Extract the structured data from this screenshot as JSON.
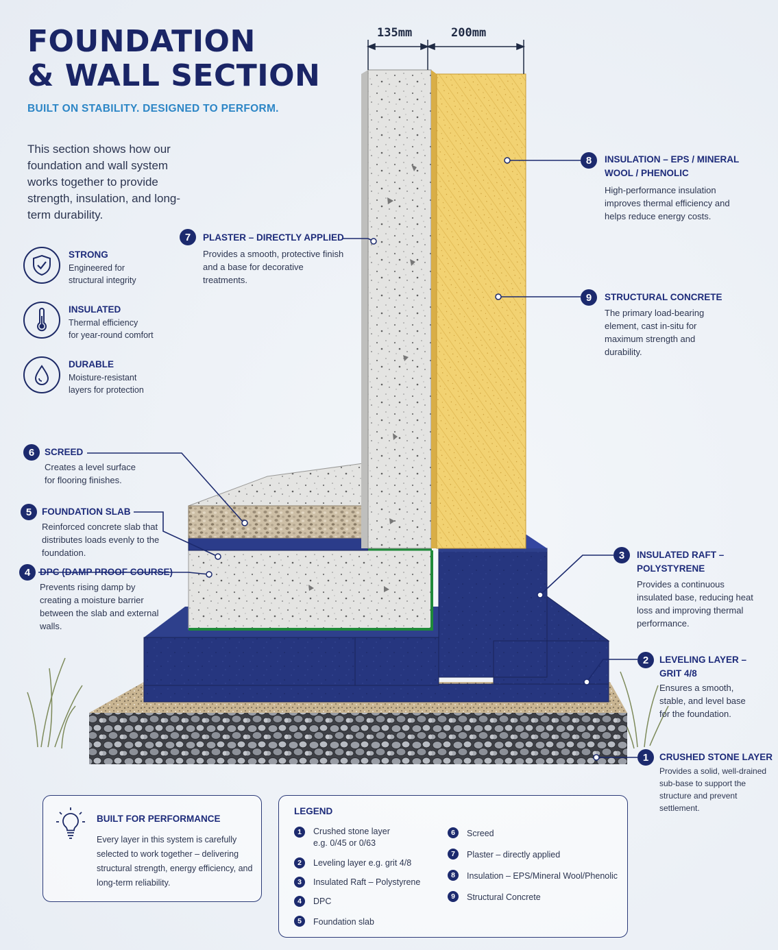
{
  "header": {
    "title_line1": "FOUNDATION",
    "title_line2": "& WALL SECTION",
    "subtitle": "BUILT ON STABILITY. DESIGNED TO PERFORM.",
    "intro": "This section shows how our foundation and wall system works together to provide strength, insulation, and long-term durability."
  },
  "features": [
    {
      "icon": "shield-check-icon",
      "title": "STRONG",
      "line1": "Engineered for",
      "line2": "structural integrity"
    },
    {
      "icon": "thermometer-icon",
      "title": "INSULATED",
      "line1": "Thermal efficiency",
      "line2": "for year-round comfort"
    },
    {
      "icon": "water-drop-icon",
      "title": "DURABLE",
      "line1": "Moisture-resistant",
      "line2": "layers for protection"
    }
  ],
  "dimensions": {
    "left": "135mm",
    "right": "200mm"
  },
  "callouts": {
    "c1": {
      "num": "1",
      "title": "CRUSHED STONE LAYER",
      "desc": "Provides a solid, well-drained sub-base to support the structure and prevent settlement."
    },
    "c2": {
      "num": "2",
      "title1": "LEVELING LAYER –",
      "title2": "GRIT 4/8",
      "desc": "Ensures a smooth, stable, and level base for the foundation."
    },
    "c3": {
      "num": "3",
      "title1": "INSULATED RAFT –",
      "title2": "POLYSTYRENE",
      "desc": "Provides a continuous insulated base, reducing heat loss and improving thermal performance."
    },
    "c4": {
      "num": "4",
      "title": "DPC (DAMP PROOF COURSE)",
      "desc": "Prevents rising damp by creating a moisture barrier between the slab and external walls."
    },
    "c5": {
      "num": "5",
      "title": "FOUNDATION SLAB",
      "desc": "Reinforced concrete slab that distributes loads evenly to the foundation."
    },
    "c6": {
      "num": "6",
      "title": "SCREED",
      "desc": "Creates a level surface for flooring finishes."
    },
    "c7": {
      "num": "7",
      "title": "PLASTER – DIRECTLY APPLIED",
      "desc": "Provides a smooth, protective finish and a base for decorative treatments."
    },
    "c8": {
      "num": "8",
      "title1": "INSULATION – EPS / MINERAL",
      "title2": "WOOL / PHENOLIC",
      "desc": "High-performance insulation improves thermal efficiency and helps reduce energy costs."
    },
    "c9": {
      "num": "9",
      "title": "STRUCTURAL CONCRETE",
      "desc": "The primary load-bearing element, cast in-situ for maximum strength and durability."
    }
  },
  "performance": {
    "icon": "lightbulb-icon",
    "title": "BUILT FOR PERFORMANCE",
    "desc": "Every layer in this system is carefully selected to work together – delivering structural strength, energy efficiency, and long-term reliability."
  },
  "legend": {
    "title": "LEGEND",
    "items": [
      {
        "num": "1",
        "line1": "Crushed stone layer",
        "line2": "e.g. 0/45 or 0/63"
      },
      {
        "num": "2",
        "line1": "Leveling layer e.g. grit 4/8"
      },
      {
        "num": "3",
        "line1": "Insulated Raft – Polystyrene"
      },
      {
        "num": "4",
        "line1": "DPC"
      },
      {
        "num": "5",
        "line1": "Foundation slab"
      },
      {
        "num": "6",
        "line1": "Screed"
      },
      {
        "num": "7",
        "line1": "Plaster – directly applied"
      },
      {
        "num": "8",
        "line1": "Insulation – EPS/Mineral Wool/Phenolic"
      },
      {
        "num": "9",
        "line1": "Structural Concrete"
      }
    ]
  },
  "colors": {
    "navy": "#1c2a6e",
    "accent_blue": "#2d86c6",
    "insulation_yellow": "#f2d272",
    "raft_blue": "#26367f",
    "dpc_green": "#1f8a3a",
    "concrete_grey": "#e6e6e4"
  }
}
